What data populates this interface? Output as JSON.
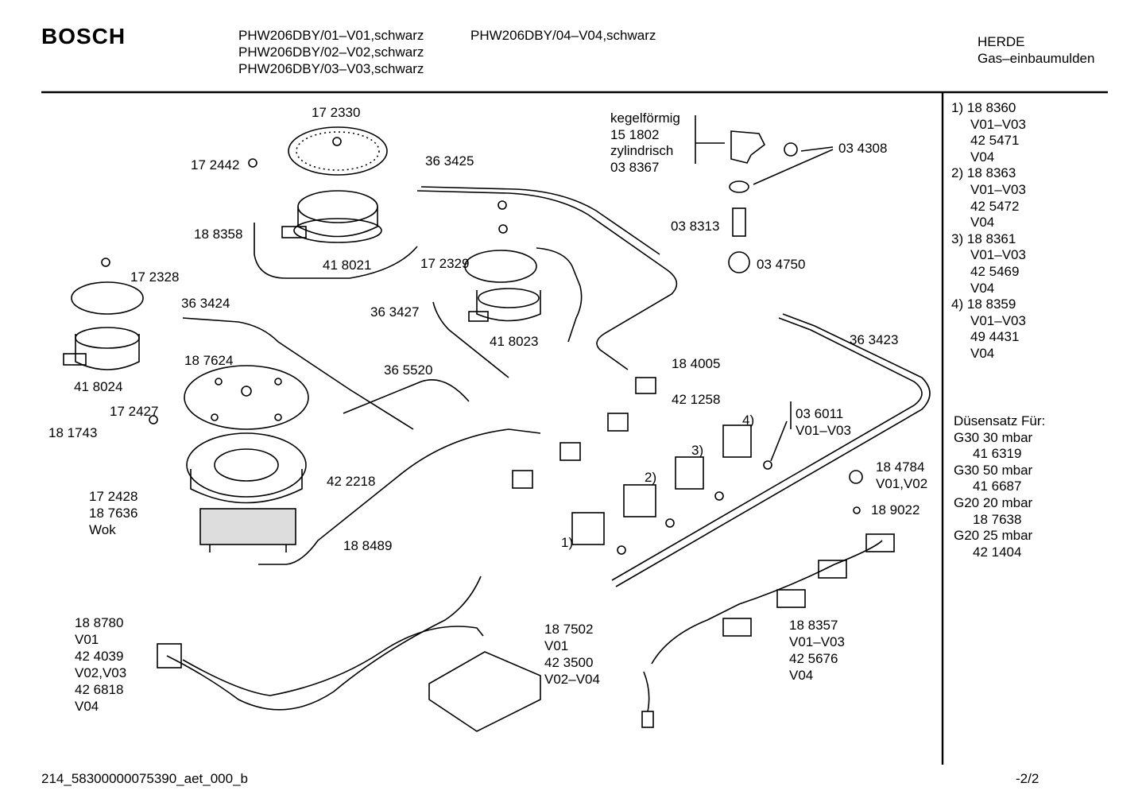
{
  "header": {
    "brand": "BOSCH",
    "models_col1": [
      "PHW206DBY/01–V01,schwarz",
      "PHW206DBY/02–V02,schwarz",
      "PHW206DBY/03–V03,schwarz"
    ],
    "models_col2": [
      "PHW206DBY/04–V04,schwarz"
    ],
    "category": [
      "HERDE",
      "Gas–einbaumulden"
    ]
  },
  "side_list": [
    {
      "num": "1)",
      "part": "18 8360",
      "lines": [
        "V01–V03",
        "42 5471",
        "V04"
      ]
    },
    {
      "num": "2)",
      "part": "18 8363",
      "lines": [
        "V01–V03",
        "42 5472",
        "V04"
      ]
    },
    {
      "num": "3)",
      "part": "18 8361",
      "lines": [
        "V01–V03",
        "42 5469",
        "V04"
      ]
    },
    {
      "num": "4)",
      "part": "18 8359",
      "lines": [
        "V01–V03",
        "49 4431",
        "V04"
      ]
    }
  ],
  "jets": {
    "title": "Düsensatz Für:",
    "entries": [
      {
        "gas": "G30  30 mbar",
        "part": "41 6319"
      },
      {
        "gas": "G30 50  mbar",
        "part": "41 6687"
      },
      {
        "gas": "G20  20 mbar",
        "part": "18 7638"
      },
      {
        "gas": "G20 25 mbar",
        "part": "42 1404"
      }
    ]
  },
  "labels": {
    "p172330": "17 2330",
    "p172442": "17 2442",
    "p363425": "36 3425",
    "p188358": "18 8358",
    "p418021": "41 8021",
    "p172328": "17 2328",
    "p172329": "17 2329",
    "p363424": "36 3424",
    "p363427": "36 3427",
    "p418023": "41 8023",
    "p418024": "41 8024",
    "p187624": "18 7624",
    "p365520": "36 5520",
    "p184005": "18 4005",
    "p421258": "42 1258",
    "p172427": "17 2427",
    "p181743": "18 1743",
    "p422218": "42 2218",
    "p172428": "17 2428",
    "p187636": "18 7636",
    "wok": "Wok",
    "p188489": "18 8489",
    "kegel": "kegelförmig",
    "p151802": "15 1802",
    "zyl": "zylindrisch",
    "p038367": "03 8367",
    "p034308": "03 4308",
    "p038313": "03 8313",
    "p034750": "03 4750",
    "p363423": "36 3423",
    "p036011": "03 6011",
    "v01v03a": "V01–V03",
    "p184784": "18 4784",
    "v01v02": "V01,V02",
    "p189022": "18 9022",
    "c1": "1)",
    "c2": "2)",
    "c3": "3)",
    "c4": "4)",
    "wire_left": [
      "18 8780",
      "V01",
      "42 4039",
      "V02,V03",
      "42 6818",
      "V04"
    ],
    "ign_mod": [
      "18 7502",
      "V01",
      "42 3500",
      "V02–V04"
    ],
    "switch_harness": [
      "18 8357",
      "V01–V03",
      "42 5676",
      "V04"
    ]
  },
  "footer": {
    "left": "214_58300000075390_aet_000_b",
    "right": "-2/2"
  }
}
